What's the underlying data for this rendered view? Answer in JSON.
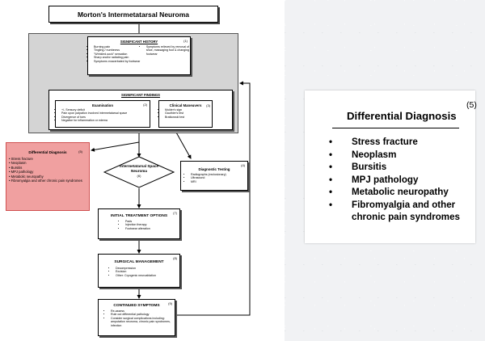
{
  "flowchart": {
    "title": "Morton's Intermetatarsal Neuroma",
    "history": {
      "header": "SIGNIFICANT HISTORY",
      "num": "(1)",
      "left_items": [
        "Burning pain",
        "Tingling / numbness",
        "\"Wrinkled-sock\" sensation",
        "Sharp and/or radiating pain",
        "Symptoms exacerbated by footwear"
      ],
      "right_items": [
        "Symptoms relieved by removal of shoe, massaging foot & changing footwear"
      ]
    },
    "findings": {
      "header": "SIGNIFICANT FINDINGS",
      "exam": {
        "header": "Examination",
        "num": "(2)",
        "items": [
          "+/- Sensory deficit",
          "Pain upon palpation involved intermetatarsal space",
          "Divergence of toes",
          "Negative for inflammation or edema"
        ]
      },
      "clinical": {
        "header": "Clinical Maneuvers",
        "num": "(3)",
        "items": [
          "Mulder's sign",
          "Gauthier's test",
          "Bratkowski test"
        ]
      }
    },
    "differential_small": {
      "header": "Differential Diagnosis",
      "num": "(5)",
      "items": [
        "Stress fracture",
        "Neoplasm",
        "Bursitis",
        "MPJ pathology",
        "Metabolic neuropathy",
        "Fibromyalgia and other chronic pain syndromes"
      ]
    },
    "neuroma": {
      "label": "Intermetatarsal Space Neuroma",
      "num": "(6)"
    },
    "testing": {
      "header": "Diagnostic Testing",
      "num": "(4)",
      "items": [
        "Radiographs (exclusionary)",
        "Ultrasound",
        "MRI"
      ]
    },
    "initial": {
      "header": "INITIAL TREATMENT OPTIONS",
      "num": "(7)",
      "items": [
        "Pads",
        "Injection therapy",
        "Footwear alteration"
      ]
    },
    "surgical": {
      "header": "SURGICAL MANAGEMENT",
      "num": "(8)",
      "items": [
        "Decompression",
        "Excision",
        "Other: Cryogenic neuroablation"
      ]
    },
    "continued": {
      "header": "CONTINUED SYMPTOMS",
      "num": "(9)",
      "items": [
        "Re-assess",
        "Rule out differential pathology",
        "Consider surgical complications including: amputation neuroma, chronic pain syndromes, infection"
      ]
    }
  },
  "zoom_card": {
    "title": "Differential Diagnosis",
    "num": "(5)",
    "items": [
      "Stress fracture",
      "Neoplasm",
      "Bursitis",
      "MPJ pathology",
      "Metabolic neuropathy",
      "Fibromyalgia and other chronic pain syndromes"
    ]
  }
}
